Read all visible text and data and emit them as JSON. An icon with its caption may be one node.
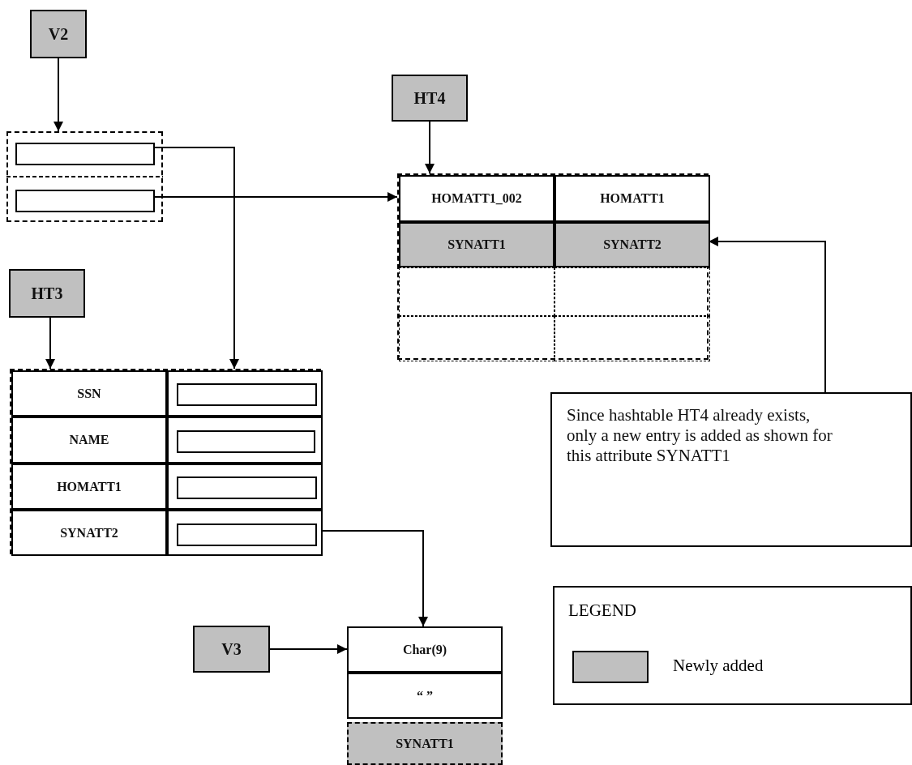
{
  "diagram": {
    "nodes": [
      {
        "text": [
          "V2"
        ]
      },
      {
        "text": [],
        "shape": "box"
      },
      {
        "text": [],
        "shape": "box",
        "in": 1
      },
      {
        "text": [],
        "shape": "box",
        "in": 1
      },
      {
        "text": [
          "HT4"
        ]
      },
      {
        "text": [],
        "shape": "box"
      },
      {
        "text": [
          "HOMATT1_002"
        ],
        "in": 5
      },
      {
        "text": [
          "HOMATT1"
        ],
        "in": 5
      },
      {
        "text": [
          "SYNATT1"
        ],
        "in": 5
      },
      {
        "text": [
          "SYNATT2"
        ],
        "in": 5
      },
      {
        "text": [],
        "shape": "box",
        "in": 5
      },
      {
        "text": [],
        "shape": "box",
        "in": 5
      },
      {
        "text": [],
        "shape": "box",
        "in": 5
      },
      {
        "text": [],
        "shape": "box",
        "in": 5
      },
      {
        "text": [
          "HT3"
        ]
      },
      {
        "text": [],
        "shape": "box"
      },
      {
        "text": [
          "SSN"
        ],
        "in": 15
      },
      {
        "text": [],
        "shape": "box",
        "in": 15
      },
      {
        "text": [],
        "shape": "box",
        "in": 17
      },
      {
        "text": [
          "NAME"
        ],
        "in": 15
      },
      {
        "text": [],
        "shape": "box",
        "in": 15
      },
      {
        "text": [],
        "shape": "box",
        "in": 20
      },
      {
        "text": [
          "HOMATT1"
        ],
        "in": 15
      },
      {
        "text": [],
        "shape": "box",
        "in": 15
      },
      {
        "text": [],
        "shape": "box",
        "in": 23
      },
      {
        "text": [
          "SYNATT2"
        ],
        "in": 15
      },
      {
        "text": [],
        "shape": "box",
        "in": 15
      },
      {
        "text": [],
        "shape": "box",
        "in": 26
      },
      {
        "text": [
          "V3"
        ]
      },
      {
        "text": [
          "Char(9)"
        ]
      },
      {
        "text": [
          "“ ”"
        ]
      },
      {
        "text": [
          "SYNATT1"
        ]
      },
      {
        "text": [
          "Since hashtable HT4 already exists, only a new entry is added as shown for this attribute SYNATT1"
        ]
      }
    ],
    "edges": [
      {
        "from": 0,
        "to": 1,
        "arrow": "to"
      },
      {
        "from": 2,
        "to": 17,
        "arrow": "to"
      },
      {
        "from": 3,
        "to": 6,
        "arrow": "to"
      },
      {
        "from": 4,
        "to": 6,
        "arrow": "to"
      },
      {
        "from": 14,
        "to": 16,
        "arrow": "to"
      },
      {
        "from": 26,
        "to": 29,
        "arrow": "to"
      },
      {
        "from": 28,
        "to": 29,
        "arrow": "to"
      },
      {
        "from": 32,
        "to": 9,
        "arrow": "to"
      }
    ],
    "labels": [
      "LEGEND"
    ],
    "legend": [
      {
        "text": "Newly added",
        "color": "#c0c0c0"
      }
    ]
  }
}
